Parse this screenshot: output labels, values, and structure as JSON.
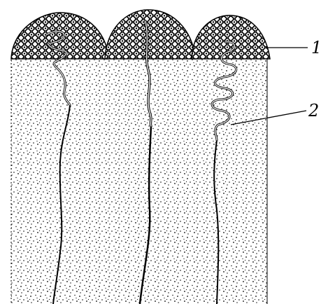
{
  "figure": {
    "labels": [
      {
        "id": "1",
        "text": "1"
      },
      {
        "id": "2",
        "text": "2"
      }
    ],
    "ink_color": "#000000",
    "paper_color": "#ffffff"
  }
}
